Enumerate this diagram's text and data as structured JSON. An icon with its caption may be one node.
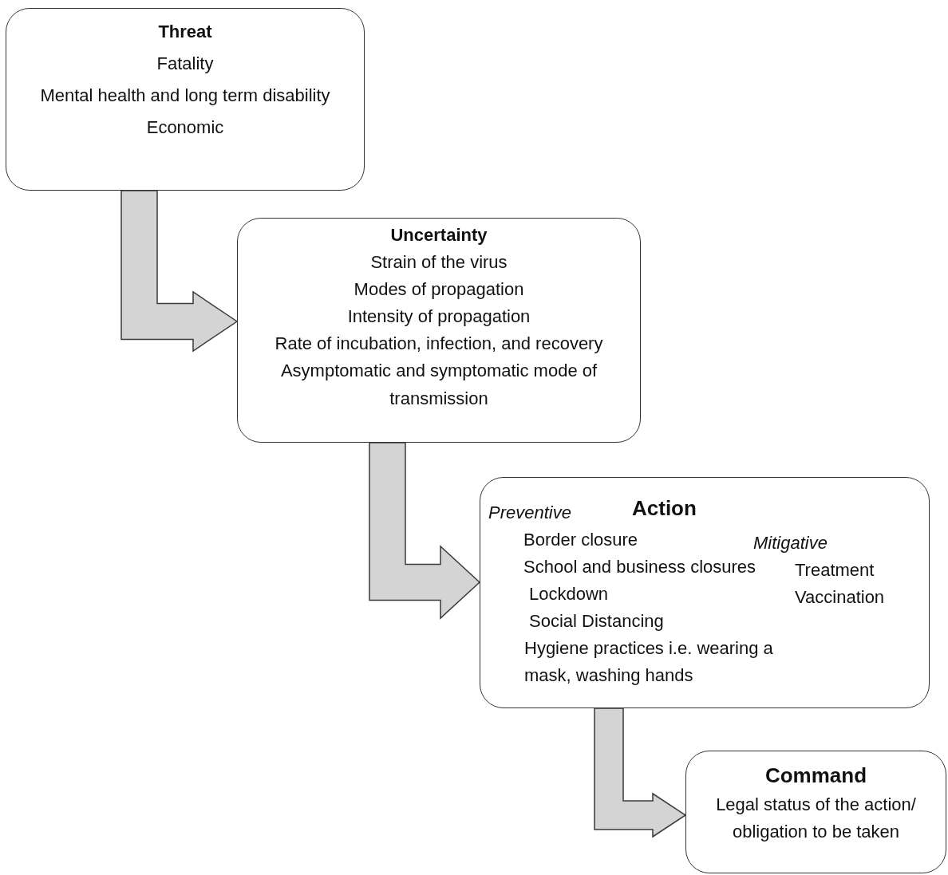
{
  "diagram": {
    "nodes": [
      {
        "text": [
          "Threat",
          "Fatality",
          "Mental health and long term disability",
          "Economic"
        ]
      },
      {
        "text": [
          "Uncertainty",
          "Strain of the virus",
          "Modes of propagation",
          "Intensity of propagation",
          "Rate of incubation, infection, and recovery",
          "Asymptomatic and symptomatic mode of transmission"
        ]
      },
      {
        "text": [
          "Action",
          "Preventive",
          "Border closure",
          "School and business closures",
          "Lockdown",
          "Social Distancing",
          "Hygiene practices i.e. wearing a mask, washing hands",
          "Mitigative",
          "Treatment",
          "Vaccination"
        ]
      },
      {
        "text": [
          "Command",
          "Legal status of the action/ obligation to be taken"
        ]
      }
    ],
    "edges": [
      {
        "from": 0,
        "to": 1,
        "arrow": "to"
      },
      {
        "from": 1,
        "to": 2,
        "arrow": "to"
      },
      {
        "from": 2,
        "to": 3,
        "arrow": "to"
      }
    ]
  }
}
